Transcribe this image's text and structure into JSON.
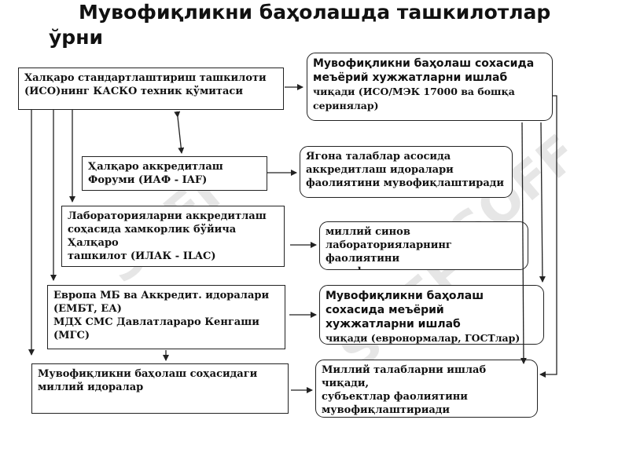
{
  "title": "Мувофиқликни баҳолашда ташкилотлар ўрни",
  "left_boxes": [
    {
      "lines": [
        "Халқаро стандартлаштириш ташкилоти",
        "(ИСО)нинг КАСКО техник қўмитаси"
      ]
    },
    {
      "lines": [
        "Ҳалқаро аккредитлаш",
        "Форуми (ИАФ - IAF)"
      ]
    },
    {
      "lines": [
        "Лабораторияларни аккредитлаш",
        "соҳасида хамкорлик бўйича Ҳалқаро",
        "ташкилот (ИЛАК - ILAC)"
      ]
    },
    {
      "lines": [
        "Европа МБ ва Аккредит. идоралари",
        "(ЕМБТ, ЕА)",
        "МДХ СМС Давлатлараро Кенгаши",
        "(МГС)"
      ]
    },
    {
      "lines": [
        "Мувофиқликни баҳолаш соҳасидаги",
        "миллий идоралар"
      ]
    }
  ],
  "right_boxes": [
    {
      "lines": [
        "Мувофиқликни баҳолаш сохасида",
        "меъёрий хужжатларни ишлаб"
      ],
      "small": "чиқади (ИСО/МЭК 17000 ва бошқа серинялар)"
    },
    {
      "lines": [
        "Ягона талаблар асосида",
        "аккредитлаш идоралари",
        "фаолиятини мувофиқлаштиради"
      ]
    },
    {
      "lines": [
        "миллий синов лабораторияларнинг фаолиятини мувофиқлаштиради"
      ]
    },
    {
      "lines": [
        "Мувофиқликни баҳолаш",
        "сохасида меъёрий",
        "хужжатларни ишлаб"
      ],
      "small": "чиқади (евронормалар, ГОСТлар)"
    },
    {
      "lines": [
        "Миллий талабларни ишлаб чиқади,",
        "субъектлар фаолиятини",
        "мувофиқлаштириади"
      ]
    }
  ],
  "watermark": "SOFF",
  "colors": {
    "border": "#222222",
    "text": "#111111",
    "watermark": "#e6e6e6"
  }
}
